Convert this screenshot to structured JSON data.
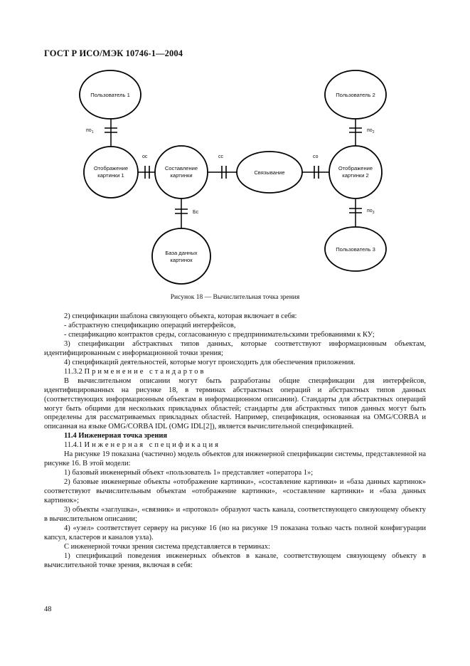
{
  "header": {
    "title": "ГОСТ Р ИСО/МЭК 10746-1—2004"
  },
  "diagram": {
    "nodes": {
      "user1": [
        "Пользователь 1"
      ],
      "user2": [
        "Пользователь 2"
      ],
      "user3": [
        "Пользователь 3"
      ],
      "display1": [
        "Отображение",
        "картинки 1"
      ],
      "compose": [
        "Составление",
        "картинки"
      ],
      "binder": [
        "Связывание"
      ],
      "display2": [
        "Отображение",
        "картинки 2"
      ],
      "db": [
        "База данных",
        "картинок"
      ]
    },
    "labels": {
      "po1": "по",
      "po1_sub": "1",
      "po2": "по",
      "po2_sub": "2",
      "po3": "по",
      "po3_sub": "3",
      "oc": "ос",
      "cc": "сс",
      "co": "со",
      "bc": "Бс"
    }
  },
  "caption": "Рисунок 18 — Вычислительная точка зрения",
  "body": [
    "2) спецификации шаблона связующего объекта, которая включает в себя:",
    "- абстрактную спецификацию операций интерфейсов,",
    "- спецификацию контрактов среды, согласованную с предпринимательскими требованиями к КУ;",
    "3) спецификации абстрактных типов данных, которые соответствуют информационным объектам, идентифицированным с информационной точки зрения;",
    "4) спецификаций деятельностей, которые могут происходить для обеспечения приложения.",
    "11.3.2",
    "Применение стандартов",
    "В вычислительном описании могут быть разработаны общие спецификации для интерфейсов, идентифицированных на рисунке 18, в терминах абстрактных операций и абстрактных типов данных (соответствующих информационным объектам в информационном описании). Стандарты для абстрактных операций могут быть общими для нескольких прикладных областей; стандарты для абстрактных типов данных могут быть определены для рассматриваемых прикладных областей. Например, спецификация, основанная на OMG/CORBA и описанная на языке OMG/CORBA IDL (OMG IDL[2]), является вычислительной спецификацией.",
    "11.4 Инженерная точка зрения",
    "11.4.1",
    "Инженерная спецификация",
    "На рисунке 19 показана (частично) модель объектов для инженерной спецификации системы, представленной на рисунке 16. В этой модели:",
    "1) базовый инженерный объект «пользователь 1» представляет «оператора 1»;",
    "2) базовые инженерные объекты «отображение картинки», «составление картинки» и «база данных картинок» соответствуют вычислительным объектам «отображение картинки», «составление картинки» и «база данных картинок»;",
    "3) объекты «заглушка», «связник» и «протокол» образуют часть канала, соответствующего связующему объекту в вычислительном описании;",
    "4) «узел» соответствует серверу на рисунке 16 (но на рисунке 19 показана только часть полной конфигурации капсул, кластеров и каналов узла).",
    "С инженерной точки зрения система представляется в терминах:",
    "1) спецификаций поведения инженерных объектов в канале, соответствующем связующему объекту в вычислительной точке зрения, включая в себя:"
  ],
  "page_number": "48"
}
